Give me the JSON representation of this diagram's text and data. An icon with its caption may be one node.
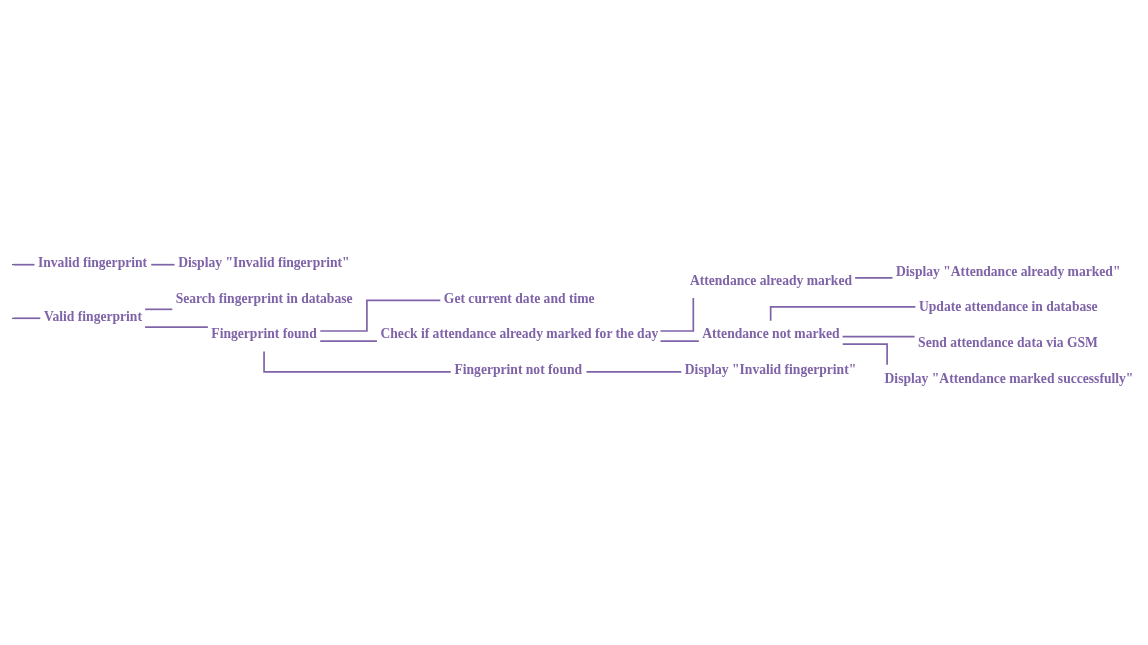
{
  "diagram": {
    "nodes": [
      {
        "text": [
          "Valid fingerprint"
        ]
      },
      {
        "text": [
          "Search fingerprint in database"
        ]
      },
      {
        "text": [
          "Fingerprint found"
        ]
      },
      {
        "text": [
          "Get current date and time"
        ]
      },
      {
        "text": [
          "Check if attendance already marked for the day"
        ]
      },
      {
        "text": [
          "Attendance already marked"
        ]
      },
      {
        "text": [
          "Display \"Attendance already marked\""
        ]
      },
      {
        "text": [
          "Attendance not marked"
        ]
      },
      {
        "text": [
          "Update attendance in database"
        ]
      },
      {
        "text": [
          "Send attendance data via GSM"
        ]
      },
      {
        "text": [
          "Display \"Attendance marked successfully\""
        ]
      },
      {
        "text": [
          "Fingerprint not found"
        ]
      },
      {
        "text": [
          "Display \"Invalid fingerprint\""
        ]
      },
      {
        "text": [
          "Invalid fingerprint"
        ]
      },
      {
        "text": [
          "Display \"Invalid fingerprint\""
        ]
      }
    ],
    "edges": [
      {
        "from": null,
        "to": 0,
        "arrow": "none"
      },
      {
        "from": 0,
        "to": 1,
        "arrow": "none"
      },
      {
        "from": 0,
        "to": 2,
        "arrow": "none"
      },
      {
        "from": 2,
        "to": 3,
        "arrow": "none"
      },
      {
        "from": 2,
        "to": 4,
        "arrow": "none"
      },
      {
        "from": 4,
        "to": 5,
        "arrow": "none"
      },
      {
        "from": 5,
        "to": 6,
        "arrow": "none"
      },
      {
        "from": 4,
        "to": 7,
        "arrow": "none"
      },
      {
        "from": 7,
        "to": 8,
        "arrow": "none"
      },
      {
        "from": 7,
        "to": 9,
        "arrow": "none"
      },
      {
        "from": 7,
        "to": 10,
        "arrow": "none"
      },
      {
        "from": 2,
        "to": 11,
        "arrow": "none"
      },
      {
        "from": 11,
        "to": 12,
        "arrow": "none"
      },
      {
        "from": null,
        "to": 13,
        "arrow": "none"
      },
      {
        "from": 13,
        "to": 14,
        "arrow": "none"
      }
    ]
  }
}
